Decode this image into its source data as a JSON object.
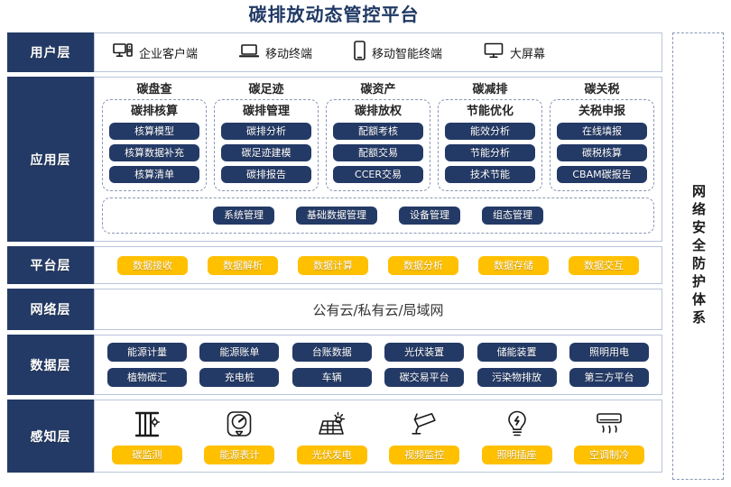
{
  "title": "碳排放动态管控平台",
  "security_band": {
    "label": "网络安全防护体系"
  },
  "layers": {
    "user": {
      "label": "用户层",
      "items": [
        {
          "icon": "desktop-tower-icon",
          "label": "企业客户端"
        },
        {
          "icon": "laptop-icon",
          "label": "移动终端"
        },
        {
          "icon": "smartphone-icon",
          "label": "移动智能终端"
        },
        {
          "icon": "monitor-icon",
          "label": "大屏幕"
        }
      ]
    },
    "application": {
      "label": "应用层",
      "groups": [
        {
          "title": "碳盘查",
          "subtitle": "碳排核算",
          "items": [
            "核算模型",
            "核算数据补充",
            "核算清单"
          ]
        },
        {
          "title": "碳足迹",
          "subtitle": "碳排管理",
          "items": [
            "碳排分析",
            "碳足迹建模",
            "碳排报告"
          ]
        },
        {
          "title": "碳资产",
          "subtitle": "碳排放权",
          "items": [
            "配额考核",
            "配额交易",
            "CCER交易"
          ]
        },
        {
          "title": "碳减排",
          "subtitle": "节能优化",
          "items": [
            "能效分析",
            "节能分析",
            "技术节能"
          ]
        },
        {
          "title": "碳关税",
          "subtitle": "关税申报",
          "items": [
            "在线填报",
            "碳税核算",
            "CBAM碳报告"
          ]
        }
      ],
      "management": [
        "系统管理",
        "基础数据管理",
        "设备管理",
        "组态管理"
      ]
    },
    "platform": {
      "label": "平台层",
      "items": [
        "数据接收",
        "数据解析",
        "数据计算",
        "数据分析",
        "数据存储",
        "数据交互"
      ]
    },
    "network": {
      "label": "网络层",
      "text": "公有云/私有云/局域网"
    },
    "data": {
      "label": "数据层",
      "row1": [
        "能源计量",
        "能源账单",
        "台账数据",
        "光伏装置",
        "储能装置",
        "照明用电"
      ],
      "row2": [
        "植物碳汇",
        "充电桩",
        "车辆",
        "碳交易平台",
        "污染物排放",
        "第三方平台"
      ]
    },
    "sense": {
      "label": "感知层",
      "items": [
        {
          "icon": "carbon-monitor-icon",
          "label": "碳监测"
        },
        {
          "icon": "energy-meter-icon",
          "label": "能源表计"
        },
        {
          "icon": "solar-panel-icon",
          "label": "光伏发电"
        },
        {
          "icon": "cctv-camera-icon",
          "label": "视频监控"
        },
        {
          "icon": "light-bulb-icon",
          "label": "照明插座"
        },
        {
          "icon": "air-conditioner-icon",
          "label": "空调制冷"
        }
      ]
    }
  },
  "colors": {
    "navy": "#243a66",
    "gold": "#ffc000",
    "title": "#1f3864",
    "border": "#b9c4da",
    "dashed": "#8c98b4"
  }
}
